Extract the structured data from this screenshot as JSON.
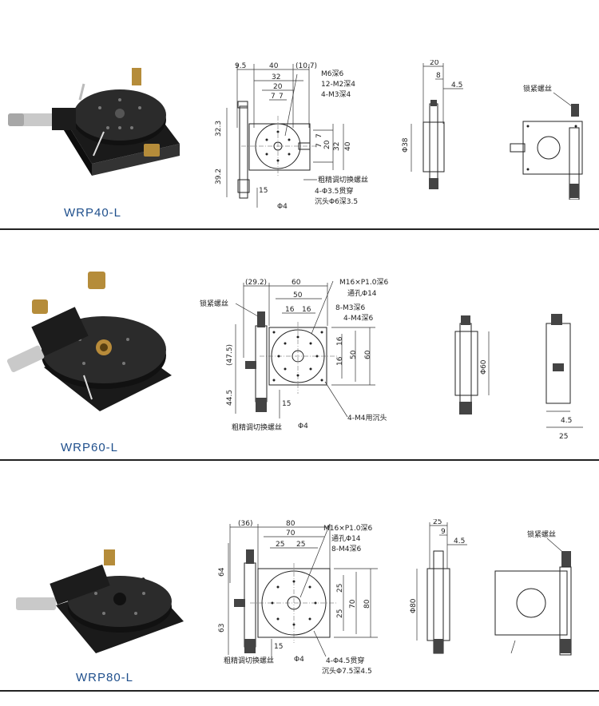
{
  "products": [
    {
      "model": "WRP40-L",
      "top_dims": [
        "9.5",
        "40",
        "(10.7)",
        "32",
        "20",
        "7",
        "7"
      ],
      "left_dims": [
        "32.3",
        "39.2"
      ],
      "right_dims": [
        "20",
        "32",
        "40",
        "7",
        "7"
      ],
      "callouts": [
        "M6深6",
        "12-M2深4",
        "4-M3深4",
        "粗精调切换螺丝",
        "4-Φ3.5贯穿",
        "沉头Φ6深3.5"
      ],
      "bottom_dims": [
        "15",
        "Φ4"
      ],
      "side_dims": [
        "20",
        "8",
        "4.5",
        "Φ38"
      ],
      "lock_label": "锁紧螺丝"
    },
    {
      "model": "WRP60-L",
      "top_dims": [
        "(29.2)",
        "60",
        "50",
        "16",
        "16"
      ],
      "left_dims": [
        "(47.5)",
        "44.5"
      ],
      "right_dims": [
        "16",
        "16",
        "50",
        "60"
      ],
      "callouts": [
        "M16×P1.0深6",
        "通孔Φ14",
        "8-M3深6",
        "4-M4深6",
        "4-M4用沉头",
        "粗精调切换螺丝"
      ],
      "bottom_dims": [
        "15",
        "Φ4"
      ],
      "side_dims": [
        "Φ60",
        "4.5",
        "25"
      ],
      "lock_label": "锁紧螺丝"
    },
    {
      "model": "WRP80-L",
      "top_dims": [
        "(36)",
        "80",
        "70",
        "25",
        "25"
      ],
      "left_dims": [
        "64",
        "63"
      ],
      "right_dims": [
        "25",
        "25",
        "70",
        "80"
      ],
      "callouts": [
        "M16×P1.0深6",
        "通孔Φ14",
        "8-M4深6",
        "粗精调切换螺丝",
        "4-Φ4.5贯穿",
        "沉头Φ7.5深4.5"
      ],
      "bottom_dims": [
        "15",
        "Φ4"
      ],
      "side_dims": [
        "25",
        "9",
        "4.5",
        "Φ80"
      ],
      "lock_label": "锁紧螺丝"
    }
  ]
}
